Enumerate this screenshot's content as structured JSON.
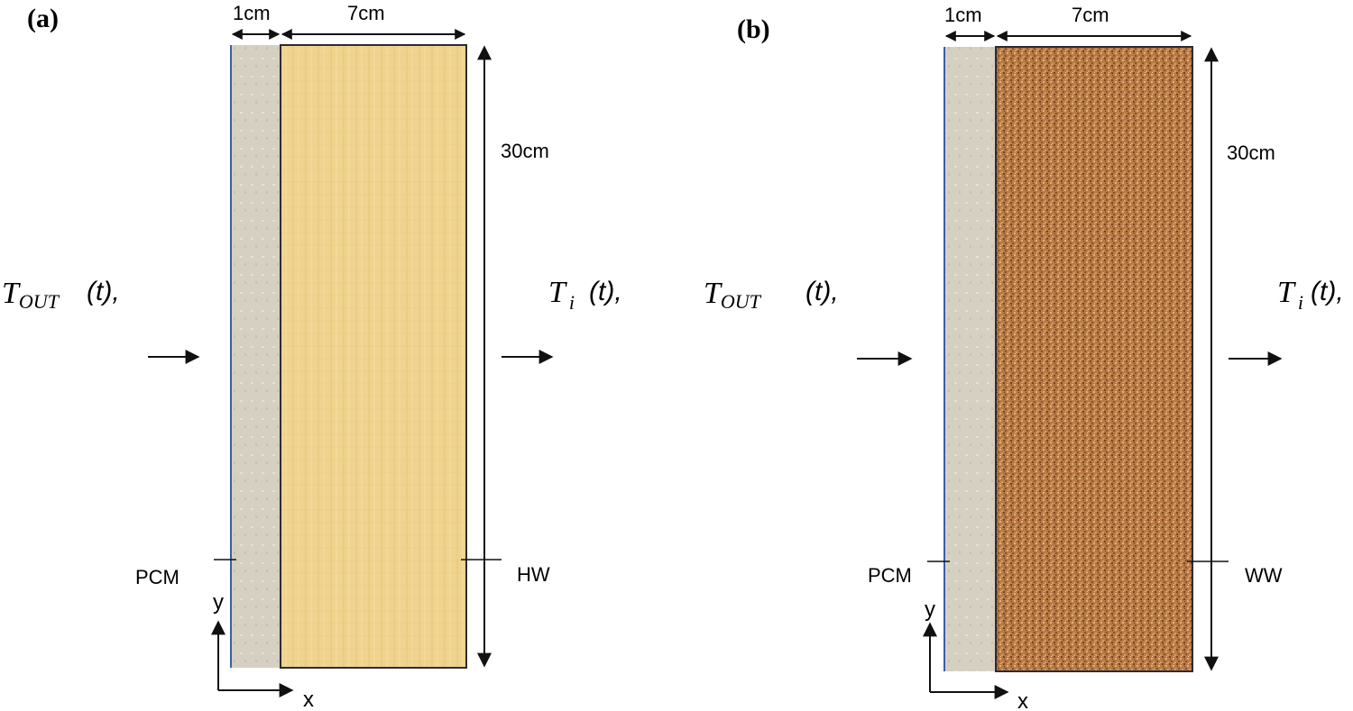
{
  "panels": [
    {
      "id": "a",
      "label": "(a)",
      "dim_pcm": "1cm",
      "dim_layer": "7cm",
      "dim_height": "30cm",
      "t_out_main": "T",
      "t_out_sub": "OUT",
      "t_out_rest": "(t),",
      "t_in_main": "T",
      "t_in_sub": "i",
      "t_in_rest": "(t),",
      "pcm_label": "PCM",
      "layer_label": "HW",
      "axis_y": "y",
      "axis_x": "x",
      "colors": {
        "pcm": "#d6d0c3",
        "layer": "#efd38e",
        "layer_texture": "#e2c070"
      }
    },
    {
      "id": "b",
      "label": "(b)",
      "dim_pcm": "1cm",
      "dim_layer": "7cm",
      "dim_height": "30cm",
      "t_out_main": "T",
      "t_out_sub": "OUT",
      "t_out_rest": "(t),",
      "t_in_main": "T",
      "t_in_sub": "i",
      "t_in_rest": "(t),",
      "pcm_label": "PCM",
      "layer_label": "WW",
      "axis_y": "y",
      "axis_x": "x",
      "colors": {
        "pcm": "#d6d0c3",
        "layer": "#b87a45",
        "layer_texture": "#7a4420"
      }
    }
  ]
}
